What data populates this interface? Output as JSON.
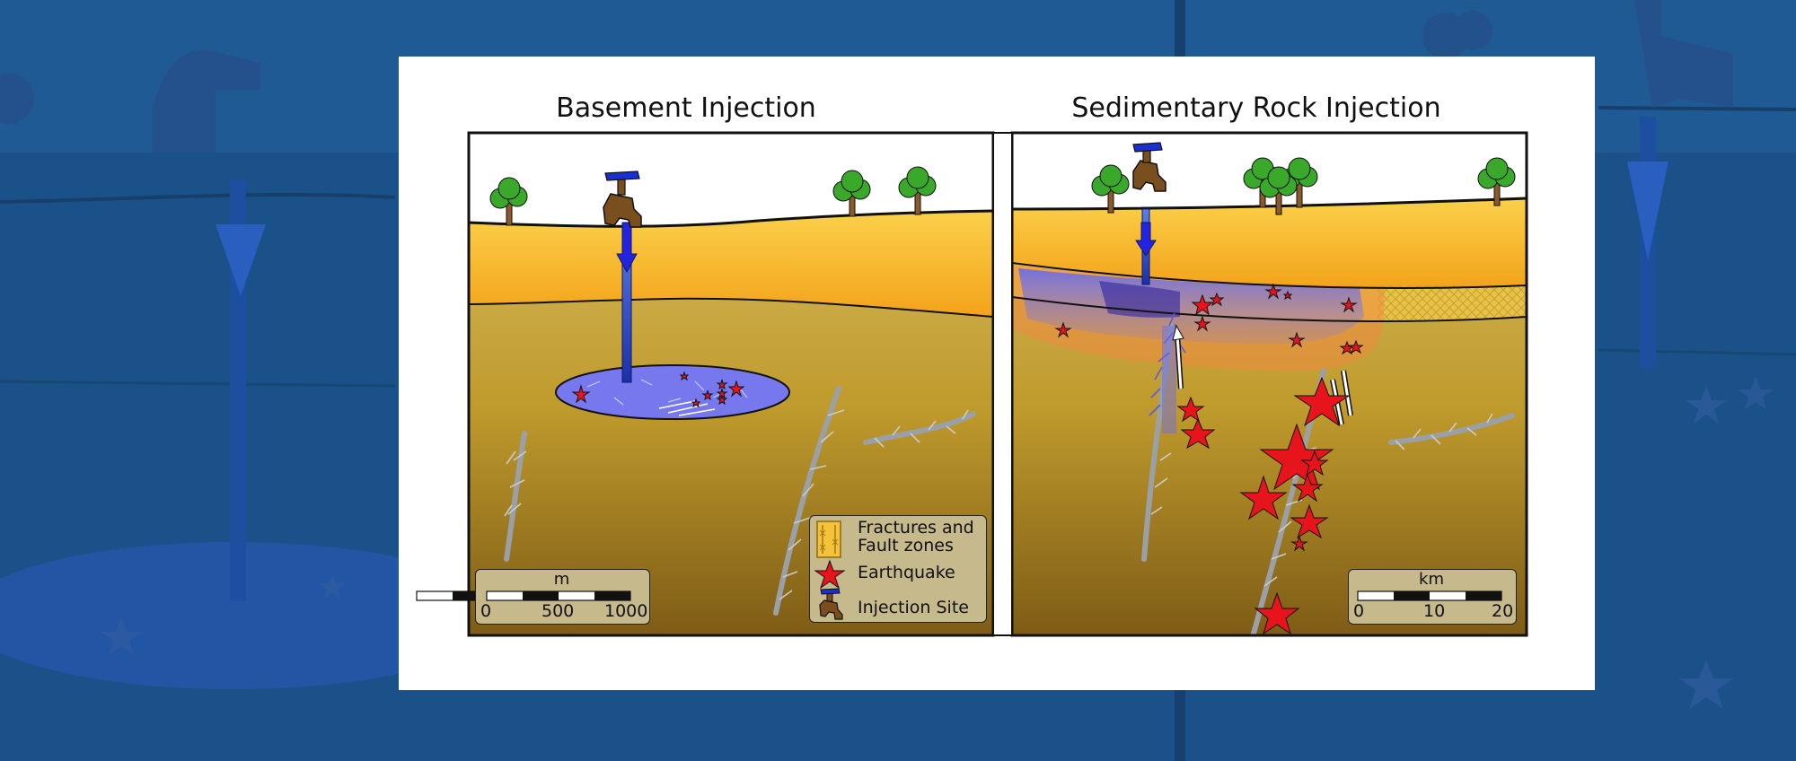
{
  "panels": [
    {
      "title": "Basement Injection",
      "scale_unit": "m",
      "scale_ticks": [
        "0",
        "500",
        "1000"
      ]
    },
    {
      "title": "Sedimentary Rock Injection",
      "scale_unit": "km",
      "scale_ticks": [
        "0",
        "10",
        "20"
      ]
    }
  ],
  "legend": {
    "fractures_line1": "Fractures and",
    "fractures_line2": "Fault zones",
    "earthquake": "Earthquake",
    "injection_site": "Injection Site"
  },
  "colors": {
    "background": "#1f5a94",
    "sediment": "#f6b92e",
    "basement": "#c9a73f",
    "injected_fluid": "#6f6fe0",
    "earthquake": "#e8141c",
    "tree": "#3aa82b"
  }
}
